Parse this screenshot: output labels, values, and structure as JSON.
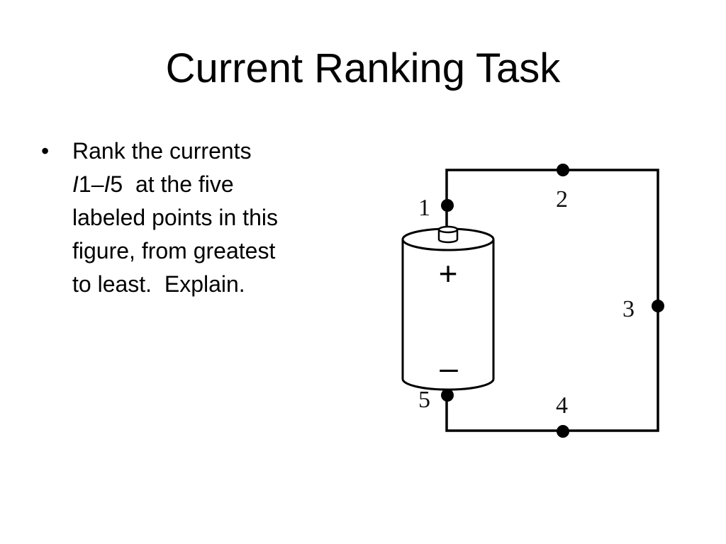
{
  "slide": {
    "title": "Current Ranking Task"
  },
  "bullet": {
    "marker": "•",
    "line1": "Rank the currents",
    "line2": {
      "i1_var": "I",
      "i1_sub": "1",
      "dash": "–",
      "i5_var": "I",
      "i5_sub": "5",
      "rest": "  at the five"
    },
    "line3": "labeled points in this",
    "line4": "figure, from greatest",
    "line5": "to least.  Explain."
  },
  "diagram": {
    "points": [
      {
        "label": "1"
      },
      {
        "label": "2"
      },
      {
        "label": "3"
      },
      {
        "label": "4"
      },
      {
        "label": "5"
      }
    ],
    "battery": {
      "plus": "+",
      "minus": "–"
    },
    "colors": {
      "wire": "#000000",
      "node": "#000000",
      "battery_fill": "#ffffff"
    }
  }
}
